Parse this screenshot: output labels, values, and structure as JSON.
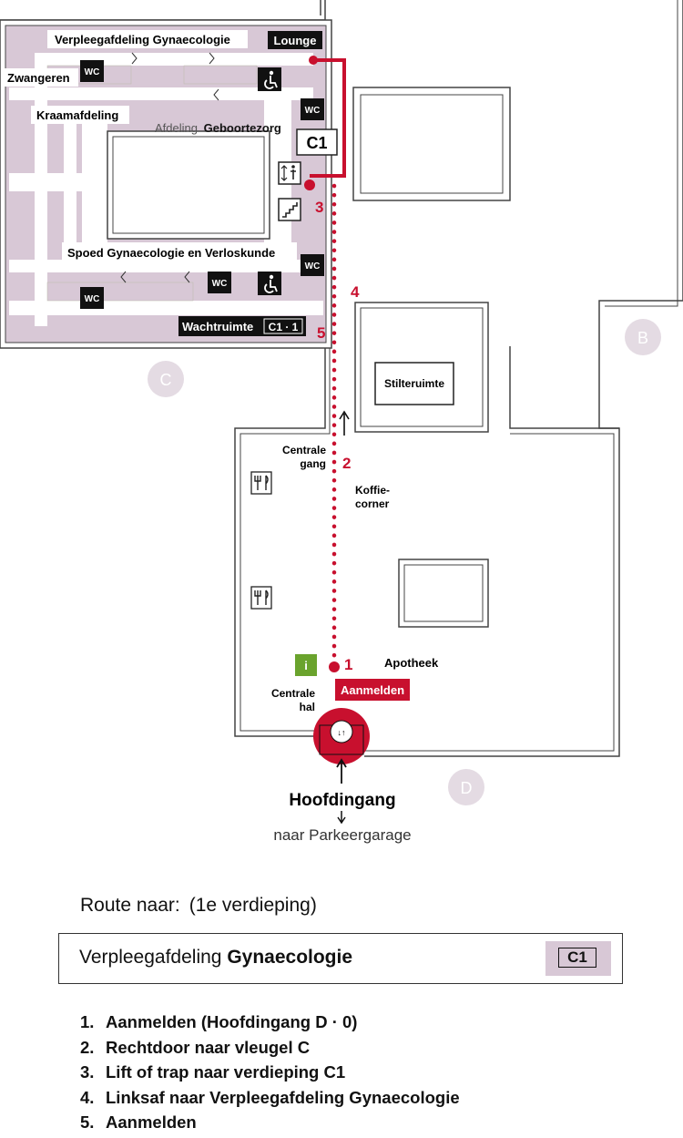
{
  "map": {
    "wing_labels": {
      "b": "B",
      "c": "C",
      "d": "D"
    },
    "labels": {
      "verpleeg": "Verpleegafdeling Gynaecologie",
      "lounge": "Lounge",
      "zwangeren": "Zwangeren",
      "kraam": "Kraamafdeling",
      "afdeling_prefix": "Afdeling",
      "geboortezorg": "Geboortezorg",
      "c1": "C1",
      "spoed": "Spoed Gynaecologie en Verloskunde",
      "wachtruimte": "Wachtruimte",
      "wachtruimte_code": "C1 · 1",
      "stilte": "Stilteruimte",
      "centrale_gang_1": "Centrale",
      "centrale_gang_2": "gang",
      "koffie_1": "Koffie-",
      "koffie_2": "corner",
      "apotheek": "Apotheek",
      "aanmelden": "Aanmelden",
      "centrale_hal_1": "Centrale",
      "centrale_hal_2": "hal",
      "hoofdingang": "Hoofdingang",
      "parkeer": "naar Parkeergarage",
      "wc": "WC",
      "info": "i",
      "entrance_arrows": "↓↑"
    },
    "step_markers": [
      "1",
      "2",
      "3",
      "4",
      "5"
    ],
    "colors": {
      "route": "#c8102e",
      "wing_c_fill": "#d8c8d6",
      "info": "#6aa32d",
      "wing_badge": "#e4dbe3"
    }
  },
  "route": {
    "title": "Route naar:",
    "floor": "(1e verdieping)",
    "destination_prefix": "Verpleegafdeling",
    "destination_bold": "Gynaecologie",
    "destination_code": "C1"
  },
  "steps": [
    {
      "num": "1.",
      "text": "Aanmelden (Hoofdingang D · 0)"
    },
    {
      "num": "2.",
      "text": "Rechtdoor naar vleugel C"
    },
    {
      "num": "3.",
      "text": "Lift of trap naar verdieping C1"
    },
    {
      "num": "4.",
      "text": "Linksaf naar Verpleegafdeling Gynaecologie"
    },
    {
      "num": "5.",
      "text": "Aanmelden"
    }
  ]
}
